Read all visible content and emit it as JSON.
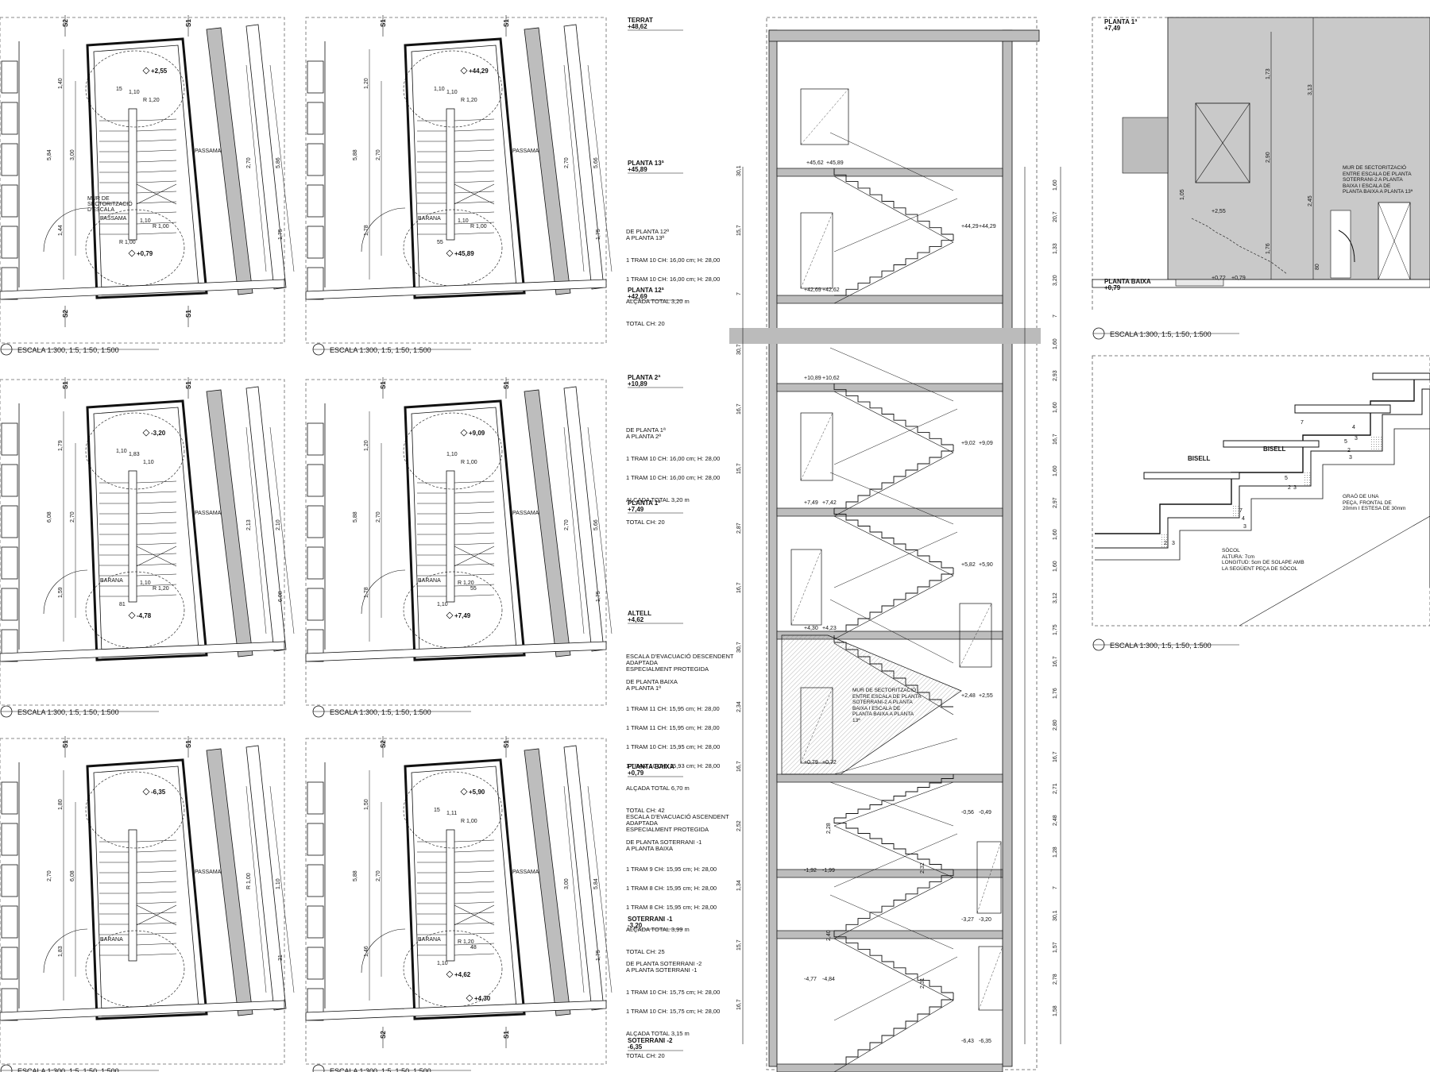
{
  "scale_label": "ESCALA 1:300, 1:5, 1:50, 1:500",
  "plans": [
    {
      "id": "p1",
      "elev": [
        "+2,55",
        "+0,79"
      ],
      "dims": [
        "1,40",
        "5,84",
        "3,00",
        "1,44",
        "2,70",
        "5,86",
        "1,75",
        "1,10",
        "1,10",
        "R 1,20",
        "R 1,00",
        "R 1,00",
        "15"
      ],
      "notes": [
        "PASSAMA",
        "PASSAMA",
        "MUR DE\nSECTORITZACIÓ\nD'ESCALA"
      ],
      "cuts": [
        "S2",
        "S1",
        "S2",
        "S1"
      ]
    },
    {
      "id": "p2",
      "elev": [
        "+44,29",
        "+45,89"
      ],
      "dims": [
        "1,20",
        "5,88",
        "2,70",
        "1,78",
        "2,70",
        "5,66",
        "1,75",
        "1,10",
        "1,10",
        "R 1,20",
        "R 1,00",
        "55",
        "1,10"
      ],
      "notes": [
        "PASSAMA",
        "BARANA"
      ],
      "cuts": [
        "S1",
        "S1"
      ]
    },
    {
      "id": "p3",
      "elev": [
        "-3,20",
        "-4,78"
      ],
      "dims": [
        "1,79",
        "6,08",
        "2,70",
        "1,59",
        "2,13",
        "2,10",
        "6,08",
        "1,83",
        "1,10",
        "1,10",
        "R 1,20",
        "81",
        "1,10"
      ],
      "notes": [
        "PASSAMA",
        "BARANA"
      ],
      "cuts": [
        "S1",
        "S1"
      ]
    },
    {
      "id": "p4",
      "elev": [
        "+9,09",
        "+7,49"
      ],
      "dims": [
        "1,20",
        "5,88",
        "2,70",
        "1,78",
        "2,70",
        "5,66",
        "1,75",
        "1,10",
        "R 1,20",
        "R 1,00",
        "55",
        "1,10"
      ],
      "notes": [
        "PASSAMA",
        "BARANA"
      ],
      "cuts": [
        "S1",
        "S1"
      ]
    },
    {
      "id": "p5",
      "elev": [
        "-6,35"
      ],
      "dims": [
        "1,80",
        "2,70",
        "6,08",
        "1,83",
        "R 1,00",
        "1,10",
        "31"
      ],
      "notes": [
        "PASSAMA",
        "BARANA"
      ],
      "cuts": [
        "S1",
        "S1"
      ]
    },
    {
      "id": "p6",
      "elev": [
        "+5,90",
        "+4,62",
        "+4,30"
      ],
      "dims": [
        "1,50",
        "5,88",
        "2,70",
        "1,46",
        "3,00",
        "5,84",
        "1,75",
        "1,11",
        "R 1,20",
        "R 1,00",
        "48",
        "1,10",
        "15"
      ],
      "notes": [
        "PASSAMA",
        "BARANA"
      ],
      "cuts": [
        "S2",
        "S1",
        "S2",
        "S1"
      ]
    }
  ],
  "section": {
    "levels": [
      {
        "name": "TERRAT",
        "value": "+48,62"
      },
      {
        "name": "PLANTA 13ª",
        "value": "+45,89"
      },
      {
        "name": "PLANTA 12ª",
        "value": "+42,69"
      },
      {
        "name": "PLANTA 2ª",
        "value": "+10,89"
      },
      {
        "name": "PLANTA 1ª",
        "value": "+7,49"
      },
      {
        "name": "ALTELL",
        "value": "+4,62"
      },
      {
        "name": "PLANTA BAIXA",
        "value": "+0,79"
      },
      {
        "name": "SOTERRANI -1",
        "value": "-3,20"
      },
      {
        "name": "SOTERRANI -2",
        "value": "-6,35"
      }
    ],
    "flights": [
      {
        "title": "DE PLANTA 12ª\nA PLANTA 13ª",
        "lines": [
          "1 TRAM 10 CH: 16,00 cm; H: 28,00",
          "1 TRAM 10 CH: 16,00 cm; H: 28,00",
          "ALÇADA TOTAL 3,20 m",
          "TOTAL CH: 20"
        ]
      },
      {
        "title": "DE PLANTA 1ª\nA PLANTA 2ª",
        "lines": [
          "1 TRAM 10 CH: 16,00 cm; H: 28,00",
          "1 TRAM 10 CH: 16,00 cm; H: 28,00",
          "ALÇADA TOTAL 3,20 m",
          "TOTAL CH: 20"
        ]
      },
      {
        "title": "ESCALA D'EVACUACIÓ DESCENDENT\nADAPTADA\nESPECIALMENT PROTEGIDA\n\nDE PLANTA BAIXA\nA PLANTA 1ª",
        "lines": [
          "1 TRAM 11 CH: 15,95 cm; H: 28,00",
          "1 TRAM 11 CH: 15,95 cm; H: 28,00",
          "1 TRAM 10 CH: 15,95 cm; H: 28,00",
          "1 TRAM 10 CH: 15,93 cm; H: 28,00",
          "ALÇADA TOTAL 6,70 m",
          "TOTAL CH: 42"
        ]
      },
      {
        "title": "ESCALA D'EVACUACIÓ ASCENDENT\nADAPTADA\nESPECIALMENT PROTEGIDA\n\nDE PLANTA SOTERRANI -1\nA PLANTA BAIXA",
        "lines": [
          "1 TRAM 9 CH: 15,95 cm; H: 28,00",
          "1 TRAM 8 CH: 15,95 cm; H: 28,00",
          "1 TRAM 8 CH: 15,95 cm; H: 28,00",
          "ALÇADA TOTAL 3,99 m",
          "TOTAL CH: 25"
        ]
      },
      {
        "title": "DE PLANTA SOTERRANI -2\nA PLANTA SOTERRANI -1",
        "lines": [
          "1 TRAM 10 CH: 15,75 cm; H: 28,00",
          "1 TRAM 10 CH: 15,75 cm; H: 28,00",
          "ALÇADA TOTAL 3,15 m",
          "TOTAL CH: 20"
        ]
      }
    ],
    "landing_marks": [
      "+45,62",
      "+45,89",
      "+44,29",
      "+44,29",
      "+42,69",
      "+42,62",
      "+10,89",
      "+10,62",
      "+9,02",
      "+9,09",
      "+7,49",
      "+7,42",
      "+5,82",
      "+5,90",
      "+4,30",
      "+4,23",
      "+2,48",
      "+2,55",
      "+0,79",
      "+0,72",
      "-0,56",
      "-0,49",
      "-1,92",
      "-1,99",
      "-3,27",
      "-3,20",
      "-4,77",
      "-4,84",
      "-6,43",
      "-6,35"
    ],
    "right_dims": [
      "1,60",
      "20,7",
      "1,33",
      "3,20",
      "7",
      "1,60",
      "2,93",
      "1,60",
      "16,7",
      "1,60",
      "2,97",
      "1,60",
      "1,60",
      "3,12",
      "1,75",
      "16,7",
      "1,76",
      "2,80",
      "16,7",
      "2,71",
      "2,48",
      "1,28",
      "7",
      "30,1",
      "1,57",
      "2,78",
      "1,58"
    ],
    "left_dims": [
      "30,1",
      "15,7",
      "7",
      "30,7",
      "16,7",
      "15,7",
      "2,87",
      "16,7",
      "30,7",
      "2,34",
      "16,7",
      "2,52",
      "1,34",
      "15,7",
      "16,7"
    ],
    "inner_dims": [
      "2,28",
      "2,32",
      "2,40",
      "2,31"
    ],
    "wall_note": "MUR DE SECTORITZACIÓ\nENTRE ESCALA DE PLANTA\nSOTERRANI-2 A PLANTA\nBAIXA I ESCALA DE\nPLANTA BAIXA A PLANTA\n13ª"
  },
  "detail_top": {
    "levels": [
      {
        "name": "PLANTA 1ª",
        "value": "+7,49"
      },
      {
        "name": "PLANTA BAIXA",
        "value": "+0,79"
      }
    ],
    "dims": [
      "1,73",
      "3,13",
      "2,90",
      "2,45",
      "1,76",
      "1,05",
      "80"
    ],
    "marks": [
      "+2,55",
      "+0,72",
      "+0,79"
    ],
    "note": "MUR DE SECTORITZACIÓ\nENTRE ESCALA DE PLANTA\nSOTERRANI-2 A PLANTA\nBAIXA I ESCALA DE\nPLANTA BAIXA A PLANTA 13ª"
  },
  "detail_step": {
    "bisell": [
      "BISELL",
      "BISELL"
    ],
    "dims": [
      "5",
      "2",
      "3",
      "7",
      "4",
      "3",
      "5",
      "2",
      "3",
      "7",
      "4",
      "3",
      "2",
      "3"
    ],
    "note_grao": "GRAÓ DE UNA\nPEÇA, FRONTAL DE\n20mm I ESTESA DE 30mm",
    "note_socol": "SÒCOL\nALTURA: 7cm\nLONGITUD: 5cm DE SOLAPE AMB\nLA SEGÜENT PEÇA DE SÒCOL"
  },
  "colors": {
    "ink": "#111111",
    "wall": "#bdbdbd",
    "wall_dark": "#9a9a9a",
    "hatch": "#d9d9d9",
    "paper": "#ffffff",
    "detail_fill": "#c9c9c9"
  }
}
